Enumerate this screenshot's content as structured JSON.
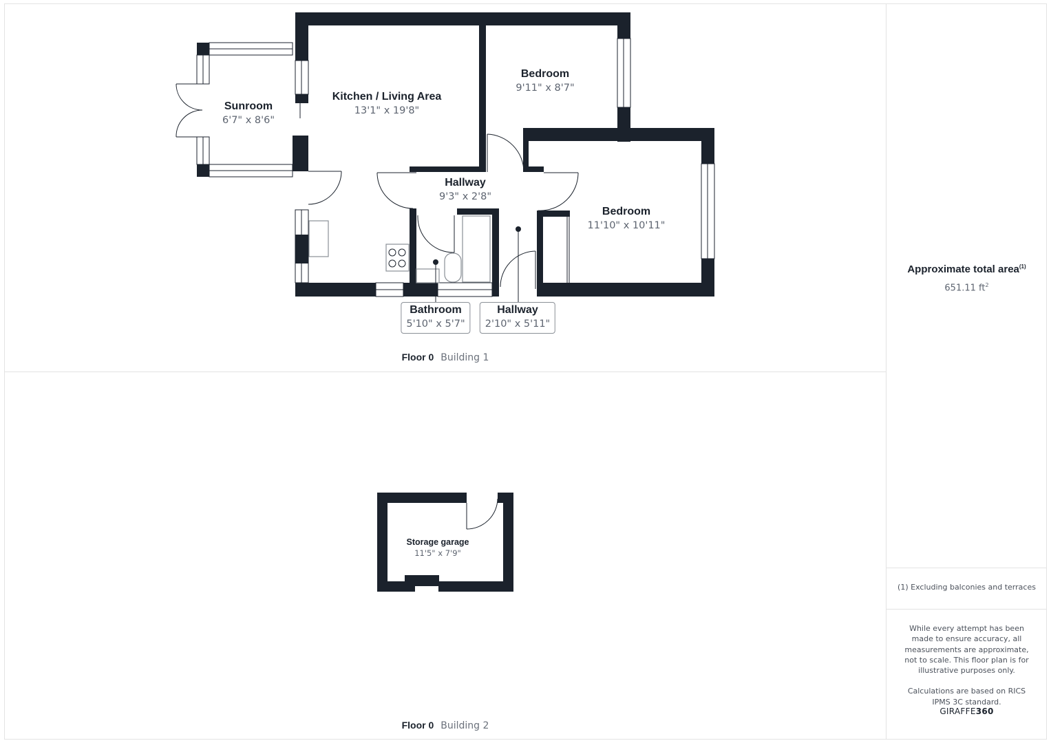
{
  "plan": {
    "building1": {
      "floor_label": "Floor 0",
      "building_label": "Building 1",
      "rooms": [
        {
          "name": "Sunroom",
          "dims": "6'7\" x 8'6\""
        },
        {
          "name": "Kitchen / Living Area",
          "dims": "13'1\" x 19'8\""
        },
        {
          "name": "Bedroom",
          "dims": "9'11\" x 8'7\""
        },
        {
          "name": "Hallway",
          "dims": "9'3\" x 2'8\""
        },
        {
          "name": "Bedroom",
          "dims": "11'10\" x 10'11\""
        },
        {
          "name": "Bathroom",
          "dims": "5'10\" x 5'7\""
        },
        {
          "name": "Hallway",
          "dims": "2'10\" x 5'11\""
        }
      ]
    },
    "building2": {
      "floor_label": "Floor 0",
      "building_label": "Building 2",
      "rooms": [
        {
          "name": "Storage garage",
          "dims": "11'5\" x 7'9\""
        }
      ]
    }
  },
  "sidebar": {
    "area_title": "Approximate total area",
    "area_footnote_marker": "(1)",
    "area_value": "651.11 ft",
    "area_unit_sup": "2",
    "footnote": "(1) Excluding balconies and terraces",
    "disclaimer_1": "While every attempt has been made to ensure accuracy, all measurements are approximate, not to scale. This floor plan is for illustrative purposes only.",
    "disclaimer_2": "Calculations are based on RICS IPMS 3C standard.",
    "brand_light": "GIRAFFE",
    "brand_bold": "360"
  },
  "colors": {
    "wall": "#1b222c",
    "dim_text": "#5d6470",
    "border": "#e3e3e3"
  }
}
